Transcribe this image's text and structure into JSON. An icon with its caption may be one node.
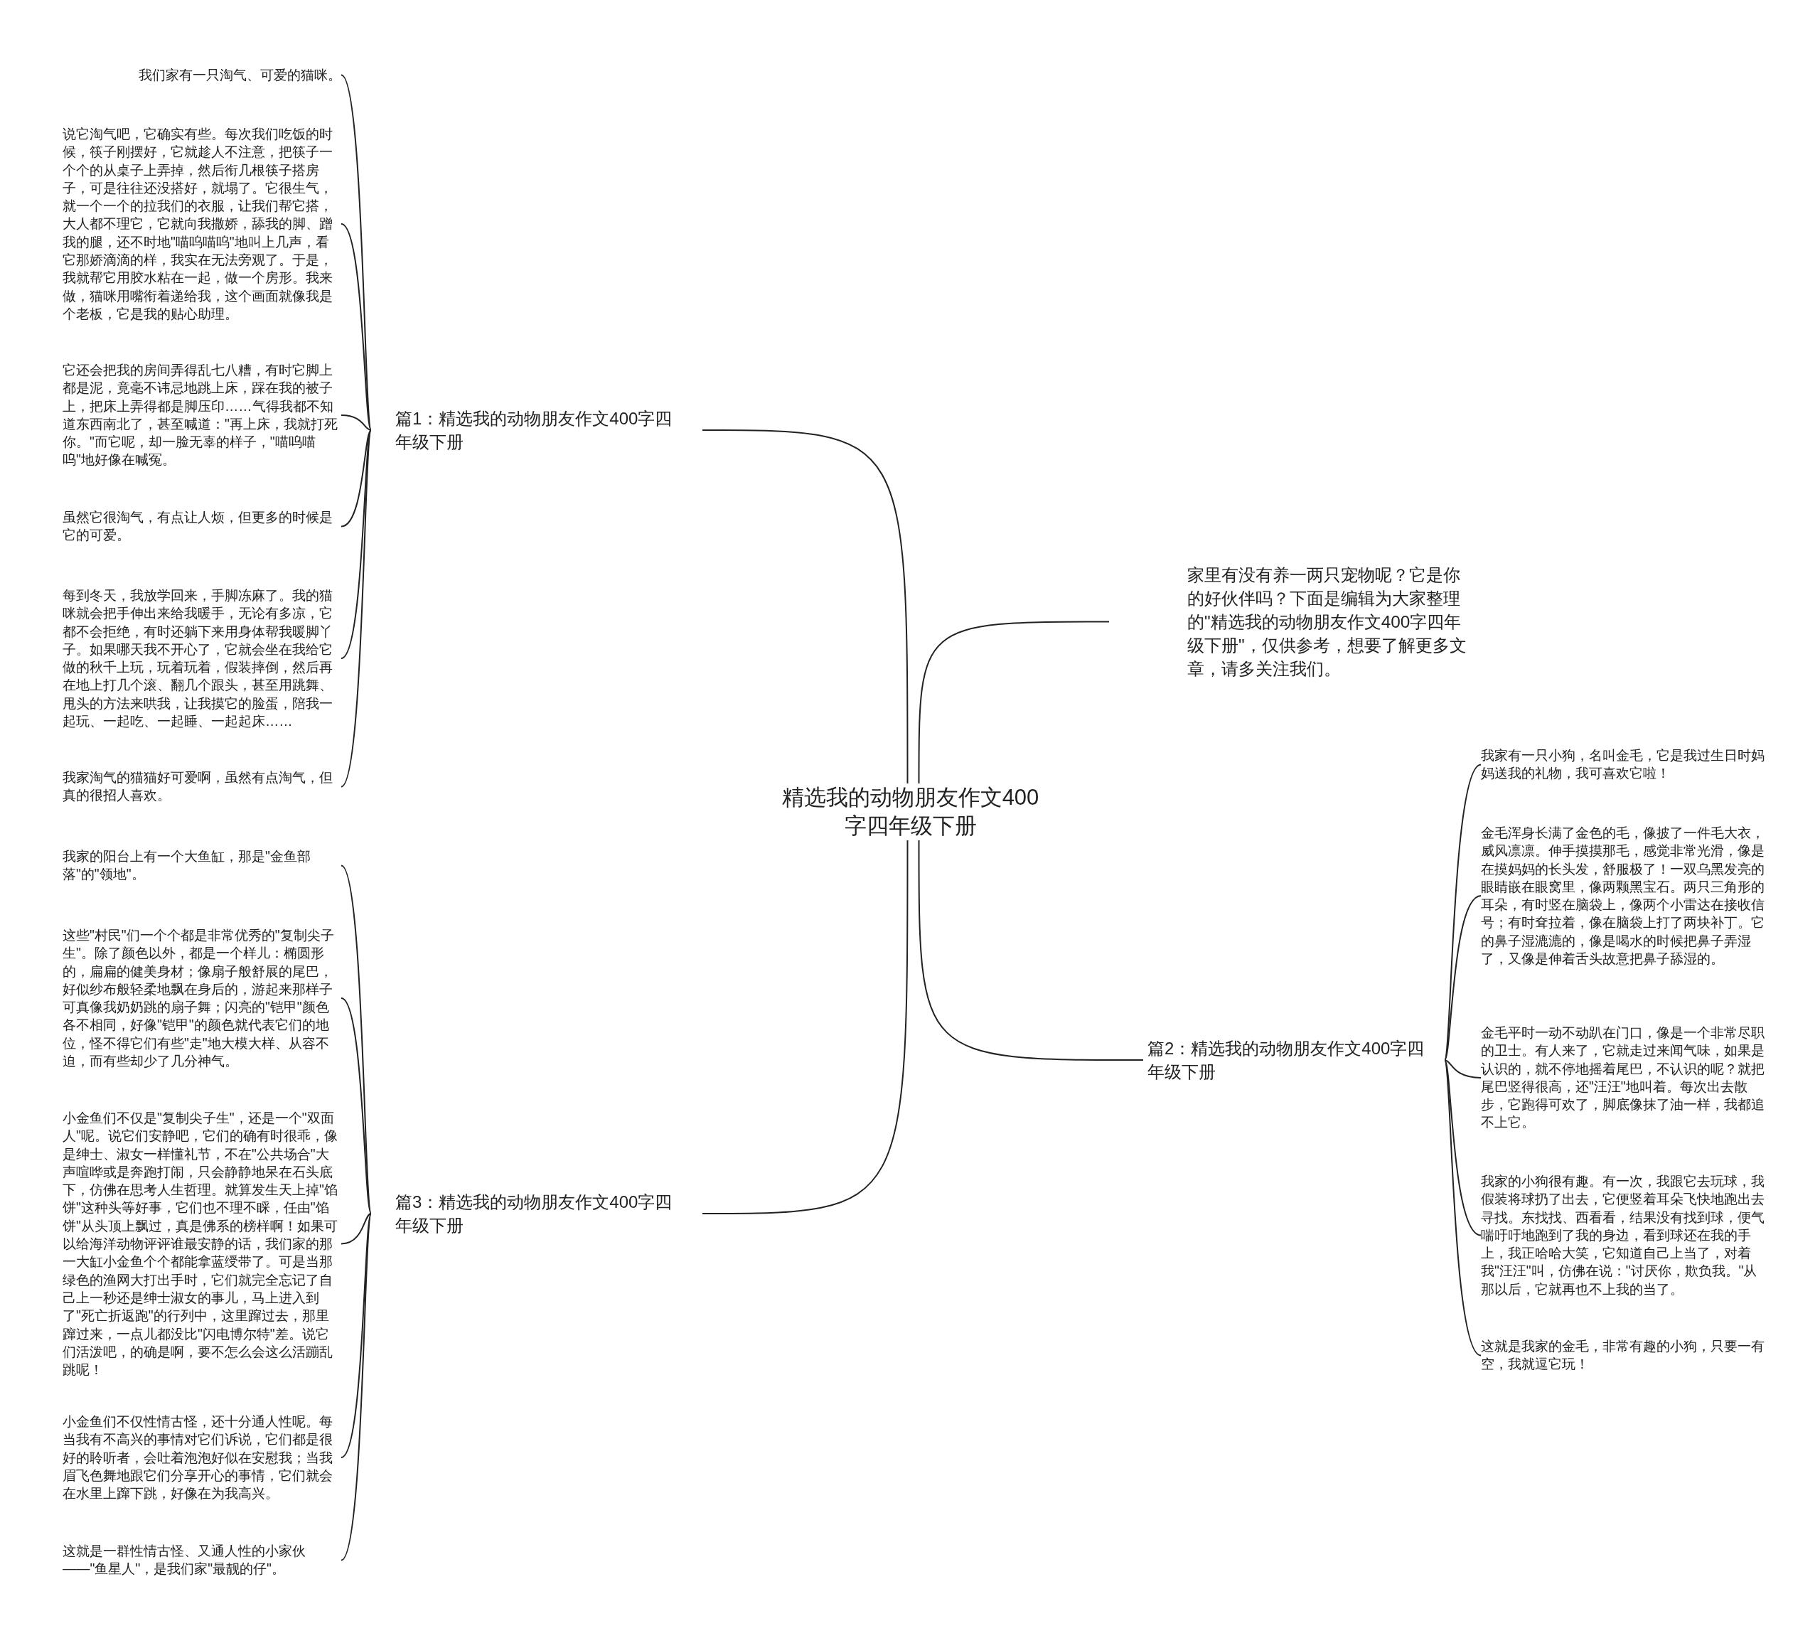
{
  "diagram": {
    "nodes": [
      {
        "text": [
          "精选我的动物朋友作文400字四年级下册"
        ]
      },
      {
        "text": [
          "篇1：精选我的动物朋友作文400字四年级下册"
        ]
      },
      {
        "text": [
          "家里有没有养一两只宠物呢？它是你的好伙伴吗？下面是编辑为大家整理的\"精选我的动物朋友作文400字四年级下册\"，仅供参考，想要了解更多文章，请多关注我们。"
        ]
      },
      {
        "text": [
          "篇2：精选我的动物朋友作文400字四年级下册"
        ]
      },
      {
        "text": [
          "篇3：精选我的动物朋友作文400字四年级下册"
        ]
      },
      {
        "text": [
          "我们家有一只淘气、可爱的猫咪。"
        ]
      },
      {
        "text": [
          "说它淘气吧，它确实有些。每次我们吃饭的时候，筷子刚摆好，它就趁人不注意，把筷子一个个的从桌子上弄掉，然后衔几根筷子搭房子，可是往往还没搭好，就塌了。它很生气，就一个一个的拉我们的衣服，让我们帮它搭，大人都不理它，它就向我撒娇，舔我的脚、蹭我的腿，还不时地\"喵呜喵呜\"地叫上几声，看它那娇滴滴的样，我实在无法旁观了。于是，我就帮它用胶水粘在一起，做一个房形。我来做，猫咪用嘴衔着递给我，这个画面就像我是个老板，它是我的贴心助理。"
        ]
      },
      {
        "text": [
          "它还会把我的房间弄得乱七八糟，有时它脚上都是泥，竟毫不讳忌地跳上床，踩在我的被子上，把床上弄得都是脚压印……气得我都不知道东西南北了，甚至喊道：\"再上床，我就打死你。\"而它呢，却一脸无辜的样子，\"喵呜喵呜\"地好像在喊冤。"
        ]
      },
      {
        "text": [
          "虽然它很淘气，有点让人烦，但更多的时候是它的可爱。"
        ]
      },
      {
        "text": [
          "每到冬天，我放学回来，手脚冻麻了。我的猫咪就会把手伸出来给我暖手，无论有多凉，它都不会拒绝，有时还躺下来用身体帮我暖脚丫子。如果哪天我不开心了，它就会坐在我给它做的秋千上玩，玩着玩着，假装摔倒，然后再在地上打几个滚、翻几个跟头，甚至用跳舞、甩头的方法来哄我，让我摸它的脸蛋，陪我一起玩、一起吃、一起睡、一起起床……"
        ]
      },
      {
        "text": [
          "我家淘气的猫猫好可爱啊，虽然有点淘气，但真的很招人喜欢。"
        ]
      },
      {
        "text": [
          "我家有一只小狗，名叫金毛，它是我过生日时妈妈送我的礼物，我可喜欢它啦！"
        ]
      },
      {
        "text": [
          "金毛浑身长满了金色的毛，像披了一件毛大衣，威风凛凛。伸手摸摸那毛，感觉非常光滑，像是在摸妈妈的长头发，舒服极了！一双乌黑发亮的眼睛嵌在眼窝里，像两颗黑宝石。两只三角形的耳朵，有时竖在脑袋上，像两个小雷达在接收信号；有时耷拉着，像在脑袋上打了两块补丁。它的鼻子湿漉漉的，像是喝水的时候把鼻子弄湿了，又像是伸着舌头故意把鼻子舔湿的。"
        ]
      },
      {
        "text": [
          "金毛平时一动不动趴在门口，像是一个非常尽职的卫士。有人来了，它就走过来闻气味，如果是认识的，就不停地摇着尾巴，不认识的呢？就把尾巴竖得很高，还\"汪汪\"地叫着。每次出去散步，它跑得可欢了，脚底像抹了油一样，我都追不上它。"
        ]
      },
      {
        "text": [
          "我家的小狗很有趣。有一次，我跟它去玩球，我假装将球扔了出去，它便竖着耳朵飞快地跑出去寻找。东找找、西看看，结果没有找到球，便气喘吁吁地跑到了我的身边，看到球还在我的手上，我正哈哈大笑，它知道自己上当了，对着我\"汪汪\"叫，仿佛在说：\"讨厌你，欺负我。\"从那以后，它就再也不上我的当了。"
        ]
      },
      {
        "text": [
          "这就是我家的金毛，非常有趣的小狗，只要一有空，我就逗它玩！"
        ]
      },
      {
        "text": [
          "我家的阳台上有一个大鱼缸，那是\"金鱼部落\"的\"领地\"。"
        ]
      },
      {
        "text": [
          "这些\"村民\"们一个个都是非常优秀的\"复制尖子生\"。除了颜色以外，都是一个样儿：椭圆形的，扁扁的健美身材；像扇子般舒展的尾巴，好似纱布般轻柔地飘在身后的，游起来那样子可真像我奶奶跳的扇子舞；闪亮的\"铠甲\"颜色各不相同，好像\"铠甲\"的颜色就代表它们的地位，怪不得它们有些\"走\"地大模大样、从容不迫，而有些却少了几分神气。"
        ]
      },
      {
        "text": [
          "小金鱼们不仅是\"复制尖子生\"，还是一个\"双面人\"呢。说它们安静吧，它们的确有时很乖，像是绅士、淑女一样懂礼节，不在\"公共场合\"大声喧哗或是奔跑打闹，只会静静地呆在石头底下，仿佛在思考人生哲理。就算发生天上掉\"馅饼\"这种头等好事，它们也不理不睬，任由\"馅饼\"从头顶上飘过，真是佛系的榜样啊！如果可以给海洋动物评评谁最安静的话，我们家的那一大缸小金鱼个个都能拿蓝绶带了。可是当那绿色的渔网大打出手时，它们就完全忘记了自己上一秒还是绅士淑女的事儿，马上进入到了\"死亡折返跑\"的行列中，这里蹿过去，那里蹿过来，一点儿都没比\"闪电博尔特\"差。说它们活泼吧，的确是啊，要不怎么会这么活蹦乱跳呢！"
        ]
      },
      {
        "text": [
          "小金鱼们不仅性情古怪，还十分通人性呢。每当我有不高兴的事情对它们诉说，它们都是很好的聆听者，会吐着泡泡好似在安慰我；当我眉飞色舞地跟它们分享开心的事情，它们就会在水里上蹿下跳，好像在为我高兴。"
        ]
      },
      {
        "text": [
          "这就是一群性情古怪、又通人性的小家伙——\"鱼星人\"，是我们家\"最靓的仔\"。"
        ]
      }
    ],
    "edges": [
      {
        "from": 0,
        "to": 1,
        "arrow": "none"
      },
      {
        "from": 0,
        "to": 2,
        "arrow": "none"
      },
      {
        "from": 0,
        "to": 3,
        "arrow": "none"
      },
      {
        "from": 0,
        "to": 4,
        "arrow": "none"
      },
      {
        "from": 1,
        "to": 5,
        "arrow": "none"
      },
      {
        "from": 1,
        "to": 6,
        "arrow": "none"
      },
      {
        "from": 1,
        "to": 7,
        "arrow": "none"
      },
      {
        "from": 1,
        "to": 8,
        "arrow": "none"
      },
      {
        "from": 1,
        "to": 9,
        "arrow": "none"
      },
      {
        "from": 1,
        "to": 10,
        "arrow": "none"
      },
      {
        "from": 3,
        "to": 11,
        "arrow": "none"
      },
      {
        "from": 3,
        "to": 12,
        "arrow": "none"
      },
      {
        "from": 3,
        "to": 13,
        "arrow": "none"
      },
      {
        "from": 3,
        "to": 14,
        "arrow": "none"
      },
      {
        "from": 3,
        "to": 15,
        "arrow": "none"
      },
      {
        "from": 4,
        "to": 16,
        "arrow": "none"
      },
      {
        "from": 4,
        "to": 17,
        "arrow": "none"
      },
      {
        "from": 4,
        "to": 18,
        "arrow": "none"
      },
      {
        "from": 4,
        "to": 19,
        "arrow": "none"
      },
      {
        "from": 4,
        "to": 20,
        "arrow": "none"
      }
    ]
  }
}
